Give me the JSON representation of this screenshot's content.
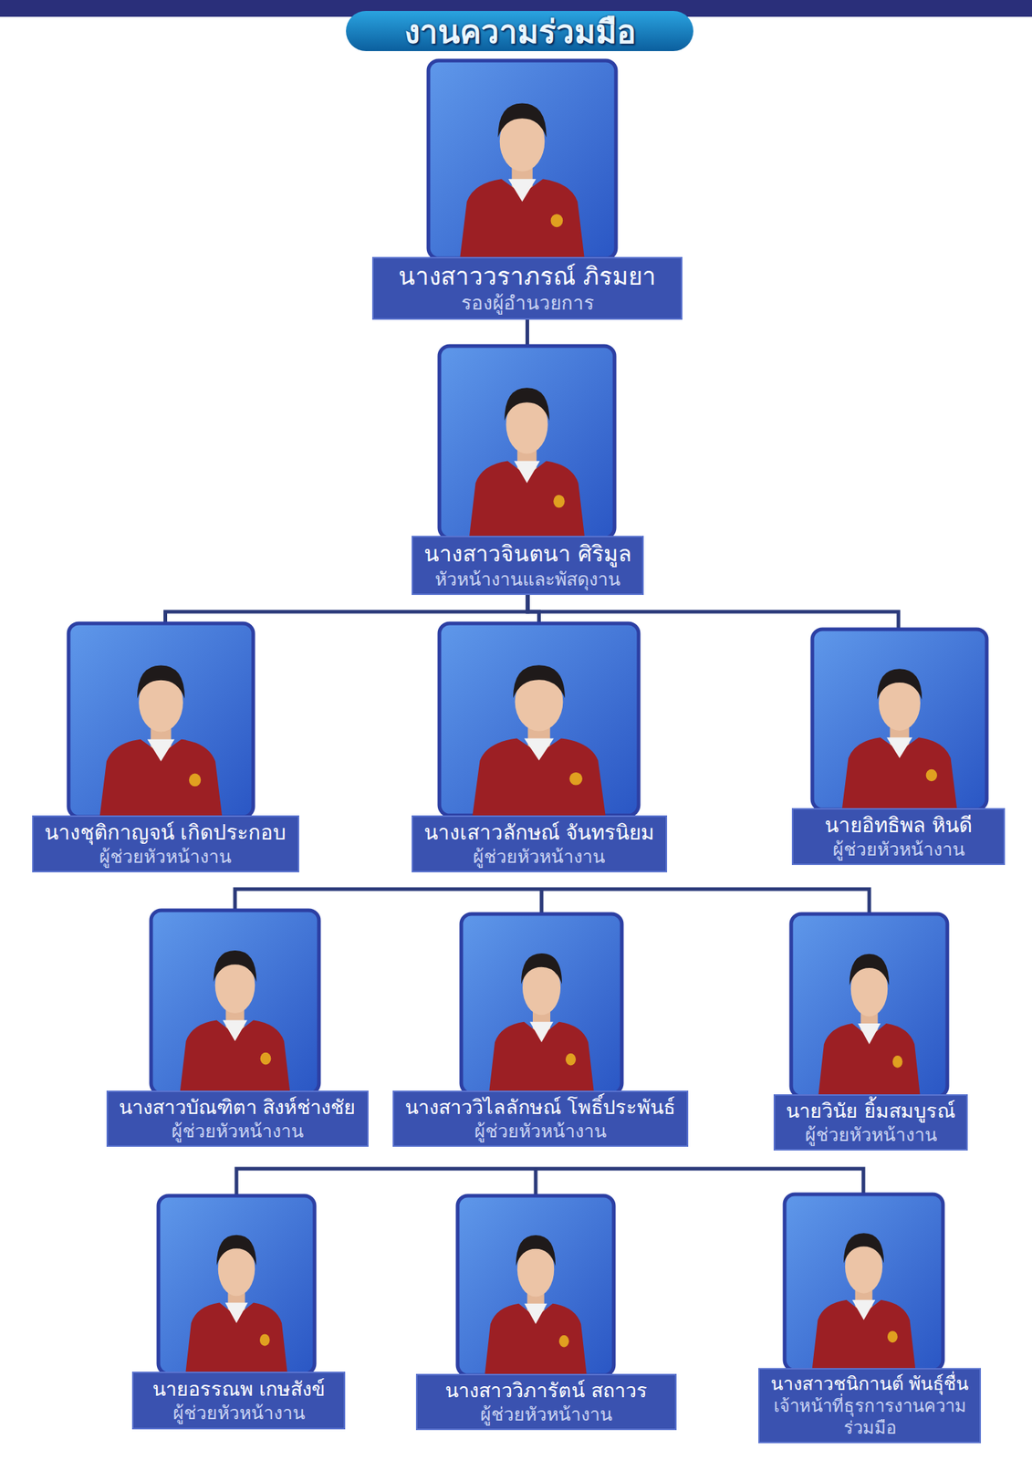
{
  "diagram": {
    "title": "งานความร่วมมือ",
    "nodes": [
      {
        "text": [
          "นางสาววราภรณ์ ภิรมยา",
          "รองผู้อำนวยการ"
        ]
      },
      {
        "text": [
          "นางสาวจินตนา ศิริมูล",
          "หัวหน้างานและพัสดุงาน"
        ]
      },
      {
        "text": [
          "นางชุติกาญจน์ เกิดประกอบ",
          "ผู้ช่วยหัวหน้างาน"
        ]
      },
      {
        "text": [
          "นางเสาวลักษณ์ จันทรนิยม",
          "ผู้ช่วยหัวหน้างาน"
        ]
      },
      {
        "text": [
          "นายอิทธิพล หินดี",
          "ผู้ช่วยหัวหน้างาน"
        ]
      },
      {
        "text": [
          "นางสาวบัณฑิตา สิงห์ช่างชัย",
          "ผู้ช่วยหัวหน้างาน"
        ]
      },
      {
        "text": [
          "นางสาววิไลลักษณ์ โพธิ์ประพันธ์",
          "ผู้ช่วยหัวหน้างาน"
        ]
      },
      {
        "text": [
          "นายวินัย ยิ้มสมบูรณ์",
          "ผู้ช่วยหัวหน้างาน"
        ]
      },
      {
        "text": [
          "นายอรรณพ เกษสังข์",
          "ผู้ช่วยหัวหน้างาน"
        ]
      },
      {
        "text": [
          "นางสาววิภารัตน์ สถาวร",
          "ผู้ช่วยหัวหน้างาน"
        ]
      },
      {
        "text": [
          "นางสาวชนิกานต์ พันธุ์ชื่น",
          "เจ้าหน้าที่ธุรการงานความร่วมมือ"
        ]
      }
    ],
    "edges": [
      {
        "from": 0,
        "to": 1,
        "arrow": "none"
      },
      {
        "from": 1,
        "to": 2,
        "arrow": "none"
      },
      {
        "from": 1,
        "to": 3,
        "arrow": "none"
      },
      {
        "from": 1,
        "to": 4,
        "arrow": "none"
      }
    ]
  }
}
